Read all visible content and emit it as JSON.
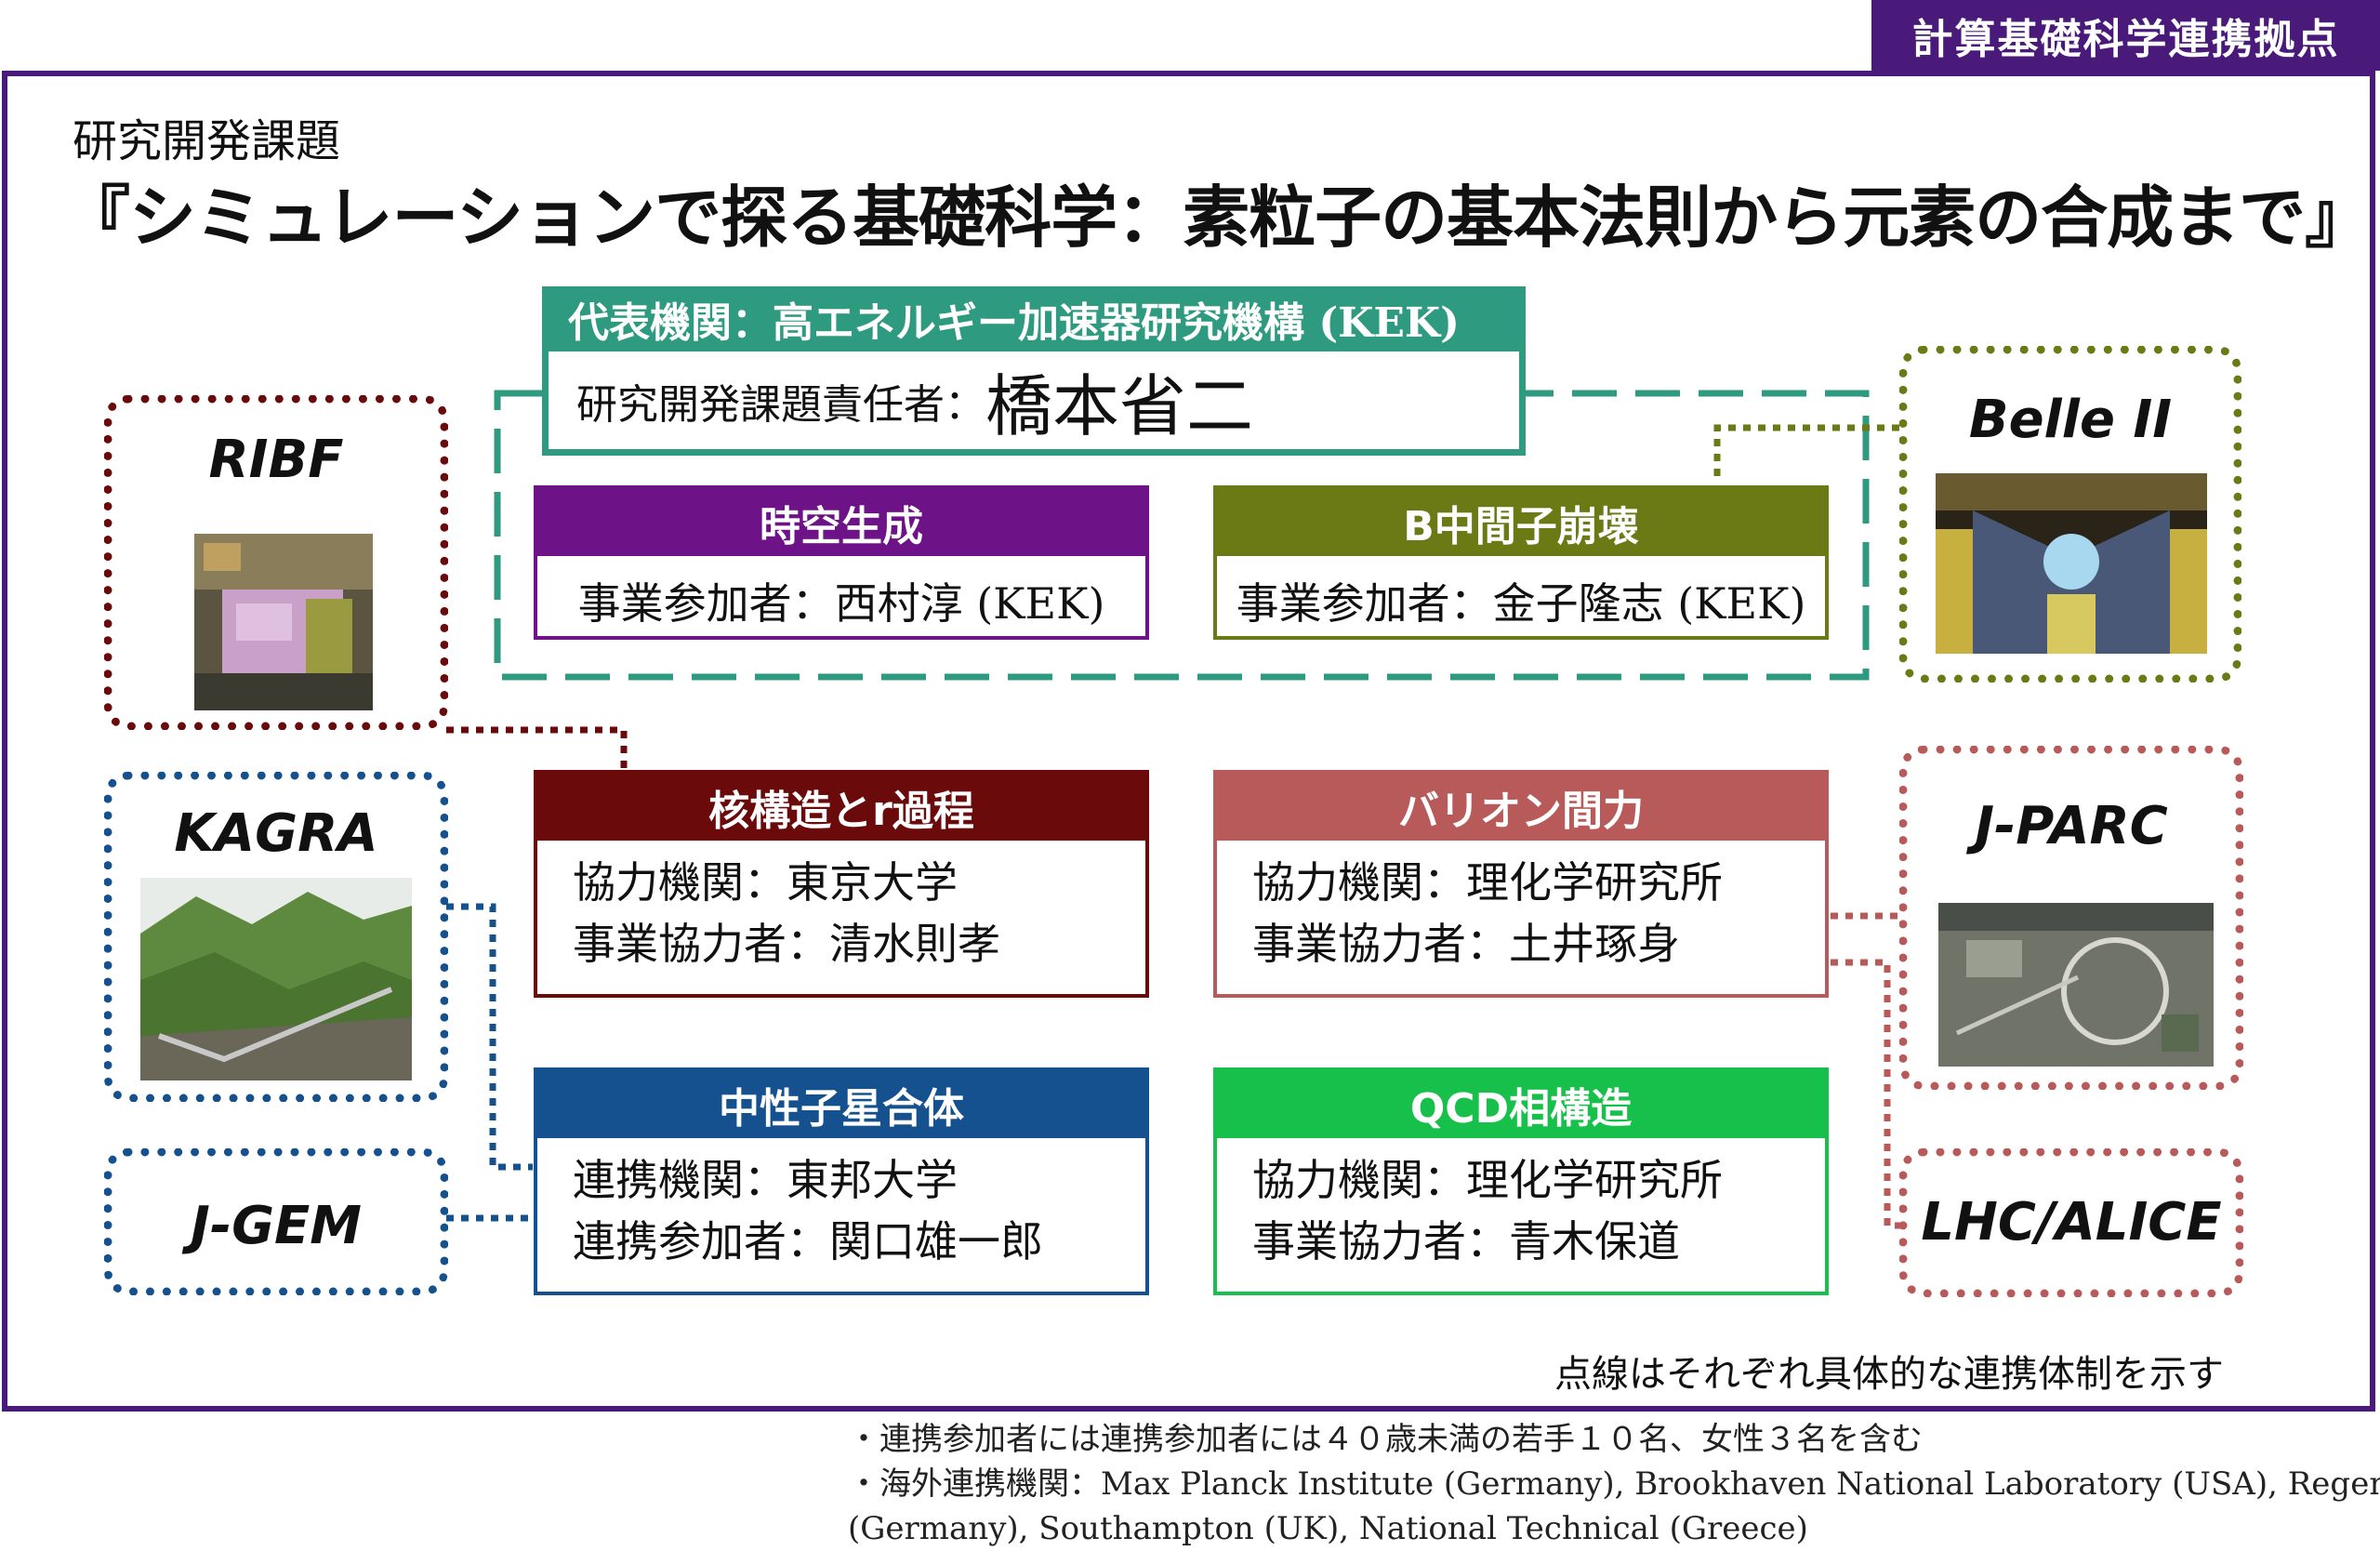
{
  "center_tag": "計算基礎科学連携拠点",
  "subtitle": "研究開発課題",
  "title": "『シミュレーションで探る基礎科学：素粒子の基本法則から元素の合成まで』",
  "lead": {
    "org": "代表機関：高エネルギー加速器研究機構 (KEK)",
    "pi_label": "研究開発課題責任者：",
    "pi_name": "橋本省二"
  },
  "projects": [
    {
      "name": "時空生成",
      "lines": [
        "事業参加者：西村淳 (KEK)"
      ],
      "color": "#6e1387"
    },
    {
      "name": "B中間子崩壊",
      "lines": [
        "事業参加者：金子隆志 (KEK)"
      ],
      "color": "#6b7a14"
    },
    {
      "name": "核構造とr過程",
      "lines": [
        "協力機関：東京大学",
        "事業協力者：清水則孝"
      ],
      "color": "#6b0a0a"
    },
    {
      "name": "バリオン間力",
      "lines": [
        "協力機関：理化学研究所",
        "事業協力者：土井琢身"
      ],
      "color": "#b85a5a"
    },
    {
      "name": "中性子星合体",
      "lines": [
        "連携機関：東邦大学",
        "連携参加者：関口雄一郎"
      ],
      "color": "#15508f"
    },
    {
      "name": "QCD相構造",
      "lines": [
        "協力機関：理化学研究所",
        "事業協力者：青木保道"
      ],
      "color": "#17c04a"
    }
  ],
  "facilities": {
    "ribf": "RIBF",
    "kagra": "KAGRA",
    "jgem": "J-GEM",
    "belle": "Belle II",
    "jparc": "J-PARC",
    "alice": "LHC/ALICE"
  },
  "note": "点線はそれぞれ具体的な連携体制を示す",
  "footnotes": [
    "・連携参加者には連携参加者には４０歳未満の若手１０名、女性３名を含む",
    "・海外連携機関：Max Planck Institute (Germany), Brookhaven National Laboratory (USA), Regensburg",
    "(Germany), Southampton (UK), National Technical (Greece)"
  ],
  "colors": {
    "purple_frame": "#4a1a7a",
    "teal": "#2e9a80",
    "olive": "#6b7a14",
    "maroon": "#6b0a0a",
    "rose": "#b85a5a",
    "blue": "#15508f",
    "green": "#17c04a"
  }
}
